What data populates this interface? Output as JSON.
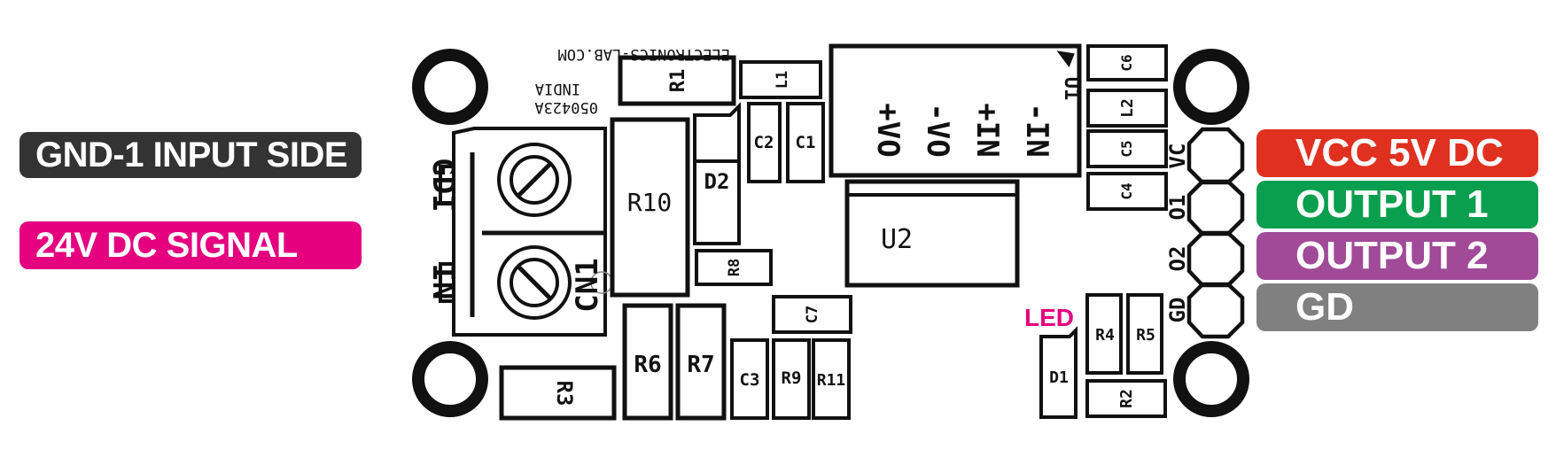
{
  "colors": {
    "gnd_input": "#333333",
    "signal": "#e4007f",
    "vcc": "#e03020",
    "output1": "#0a9f4e",
    "output2": "#a04a98",
    "gd": "#808080",
    "led_label": "#e4007f"
  },
  "left_labels": {
    "gnd_input": "GND-1 INPUT SIDE",
    "signal": "24V DC SIGNAL"
  },
  "right_labels": {
    "vcc": "VCC 5V DC",
    "output1": "OUTPUT 1",
    "output2": "OUTPUT 2",
    "gd": "GD"
  },
  "board": {
    "brand": "ELECTRONICS-LAB.COM",
    "country": "INDIA",
    "code": "050423A",
    "led_label": "LED",
    "input_pins": {
      "gdi": "GDI",
      "in": "IN"
    },
    "output_pins": {
      "vc": "VC",
      "o1": "O1",
      "o2": "O2",
      "gd": "GD"
    },
    "u1_pins": {
      "vo_plus": "+VO",
      "vo_minus": "-VO",
      "in_plus": "+IN",
      "in_minus": "-IN"
    },
    "components": {
      "r1": "R1",
      "r2": "R2",
      "r3": "R3",
      "r4": "R4",
      "r5": "R5",
      "r6": "R6",
      "r7": "R7",
      "r8": "R8",
      "r9": "R9",
      "r10": "R10",
      "r11": "R11",
      "c1": "C1",
      "c2": "C2",
      "c3": "C3",
      "c4": "C4",
      "c5": "C5",
      "c6": "C6",
      "c7": "C7",
      "l1": "L1",
      "l2": "L2",
      "d1": "D1",
      "d2": "D2",
      "u1": "U1",
      "u2": "U2",
      "cn1": "CN1"
    }
  }
}
